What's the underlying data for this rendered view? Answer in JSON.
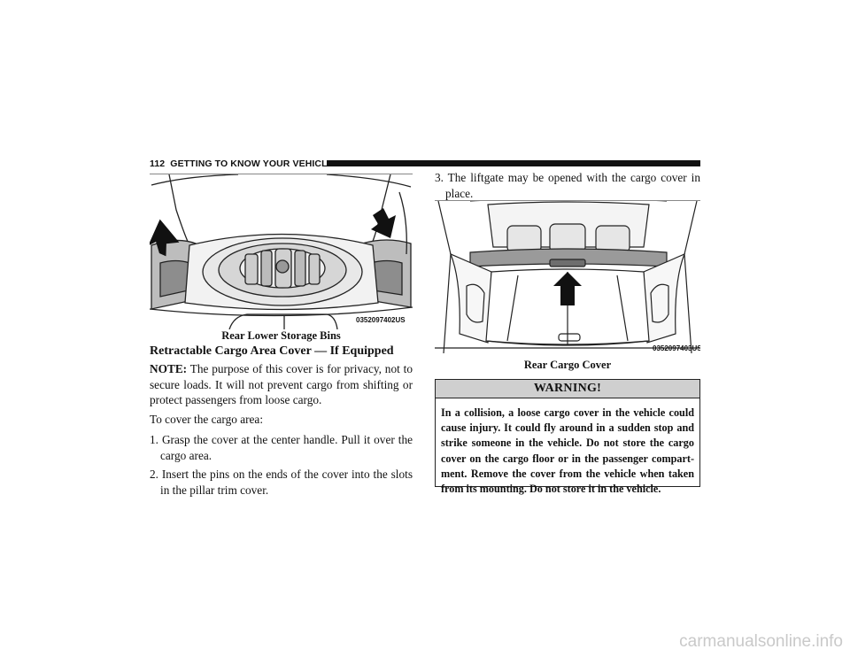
{
  "header": {
    "page_number": "112",
    "section_title": "GETTING TO KNOW YOUR VEHICLE"
  },
  "figure1": {
    "code": "0352097402US",
    "caption": "Rear Lower Storage Bins"
  },
  "section": {
    "heading": "Retractable Cargo Area Cover — If Equipped"
  },
  "note": {
    "label": "NOTE:",
    "text": " The purpose of this cover is for privacy, not to secure loads. It will not prevent cargo from shifting or protect passengers from loose cargo."
  },
  "intro": "To cover the cargo area:",
  "steps": [
    "1. Grasp the cover at the center handle. Pull it over the cargo area.",
    "2. Insert the pins on the ends of the cover into the slots in the pillar trim cover.",
    "3. The liftgate may be opened with the cargo cover in place."
  ],
  "figure2": {
    "code": "0352097403US",
    "caption": "Rear Cargo Cover"
  },
  "warning": {
    "title": "WARNING!",
    "text": "In a collision, a loose cargo cover in the vehicle could cause injury. It could fly around in a sudden stop and strike someone in the vehicle. Do not store the cargo cover on the cargo floor or in the passenger compart-ment. Remove the cover from the vehicle when taken from its mounting. Do not store it in the vehicle."
  },
  "watermark": "carmanualsonline.info"
}
